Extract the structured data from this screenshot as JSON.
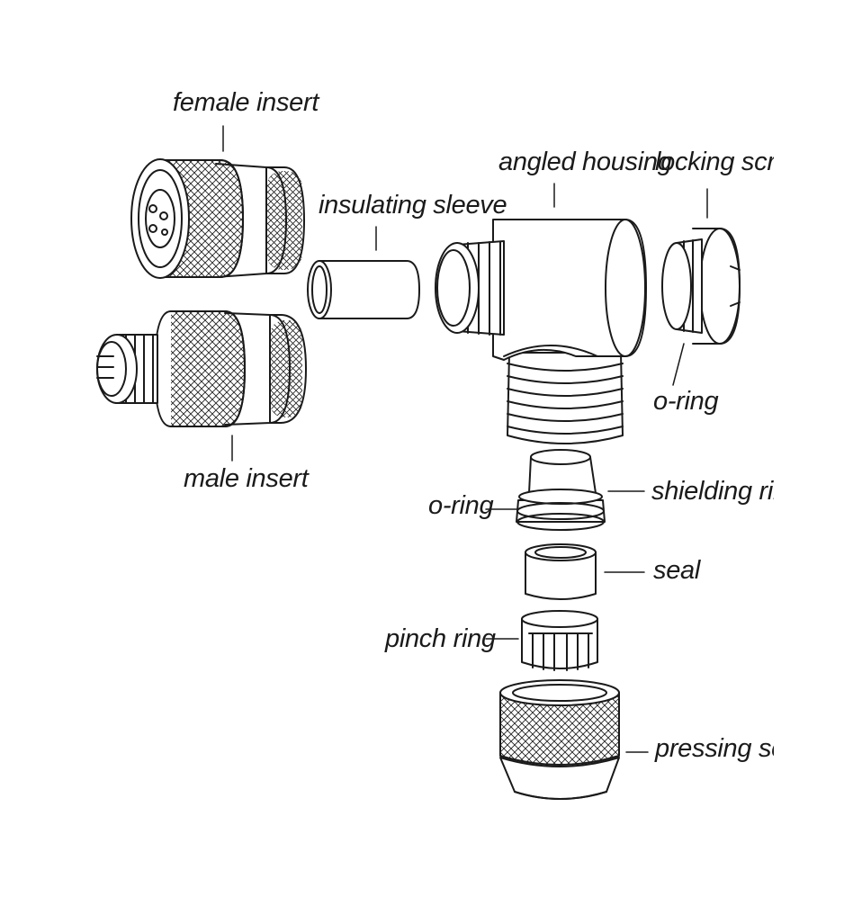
{
  "diagram": {
    "labels": {
      "female_insert": "female insert",
      "insulating_sleeve": "insulating sleeve",
      "angled_housing": "angled housing",
      "locking_screw": "locking screw",
      "o_ring_top": "o-ring",
      "male_insert": "male insert",
      "shielding_ring": "shielding ring",
      "o_ring_mid": "o-ring",
      "seal": "seal",
      "pinch_ring": "pinch ring",
      "pressing_screw": "pressing screw"
    }
  }
}
